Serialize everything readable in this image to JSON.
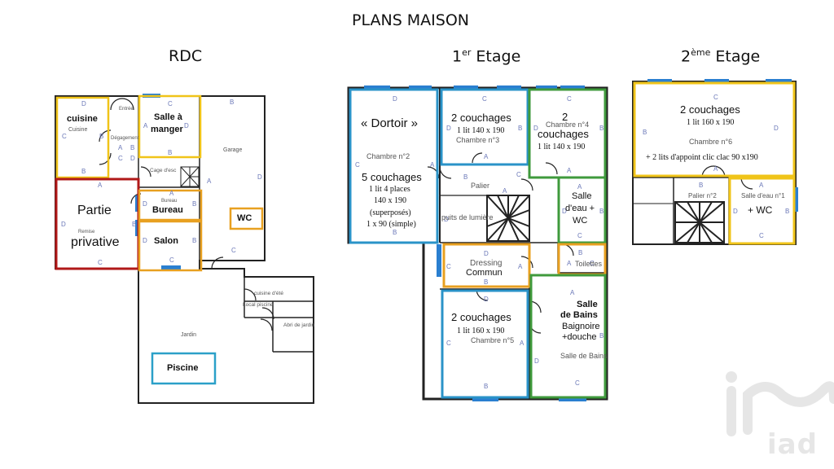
{
  "page": {
    "title": "PLANS MAISON",
    "floors": {
      "rdc": "RDC",
      "etage1_num": "1",
      "etage1_sup": "er",
      "etage1_word": " Etage",
      "etage2_num": "2",
      "etage2_sup": "ème",
      "etage2_word": " Etage"
    }
  },
  "rdc": {
    "cuisine_title": "cuisine",
    "cuisine_small": "Cuisine",
    "salle_manger_1": "Salle à",
    "salle_manger_2": "manger",
    "entree": "Entrée",
    "degagement": "Dégagement",
    "cage_escalier": "Cage d'esc",
    "garage": "Garage",
    "partie_1": "Partie",
    "partie_2": "privative",
    "remise": "Remise",
    "bureau_small": "Bureau",
    "bureau": "Bureau",
    "wc": "WC",
    "salon": "Salon",
    "cuisine_ete": "cuisine d'été",
    "local_piscine": "Local piscine",
    "abri_jardin": "Abri de jardin",
    "jardin": "Jardin",
    "piscine": "Piscine"
  },
  "etage1": {
    "dortoir": "« Dortoir »",
    "chambre2": "Chambre n°2",
    "dortoir_couchages": "5 couchages",
    "dortoir_l1": "1 lit 4 places",
    "dortoir_l2": "140 x 190",
    "dortoir_l3": "(superposés)",
    "dortoir_l4": "1 x 90 (simple)",
    "ch3_couchages": "2 couchages",
    "ch3_lit": "1 lit 140 x 190",
    "ch3_name": "Chambre n°3",
    "ch4_num": "2",
    "ch4_name": "Chambre n°4",
    "ch4_word": "couchages",
    "ch4_lit": "1 lit 140 x 190",
    "palier": "Palier",
    "puits": "puits de lumière",
    "sde_1": "Salle",
    "sde_2": "d'eau +",
    "sde_3": "WC",
    "dressing_1": "Dressing",
    "dressing_2": "Commun",
    "toilettes": "Toilettes",
    "ch5_couchages": "2 couchages",
    "ch5_lit": "1 lit 160 x 190",
    "ch5_name": "Chambre n°5",
    "sdb_1": "Salle",
    "sdb_2": "de Bains",
    "sdb_3": "Baignoire",
    "sdb_4": "+douche",
    "sdb_small": "Salle de Bains"
  },
  "etage2": {
    "couchages": "2 couchages",
    "lit": "1 lit 160 x 190",
    "chambre": "Chambre n°6",
    "appoint": "+ 2 lits d'appoint clic clac 90 x190",
    "palier": "Palier n°2",
    "sde": "Salle d'eau n°1",
    "wc": "+ WC"
  },
  "watermark": {
    "text": "iad"
  },
  "colors": {
    "stage": "#000000",
    "plan_bg": "#ffffff",
    "wall": "#222222",
    "window": "#2a7fd0",
    "blue_zone": "#2a93c8",
    "yellow_zone": "#f0c419",
    "orange_zone": "#e8a020",
    "green_zone": "#3f9a3c",
    "red_zone": "#b01818",
    "label_blue": "#6b78b8",
    "piscine_zone": "#2ba0c8"
  }
}
